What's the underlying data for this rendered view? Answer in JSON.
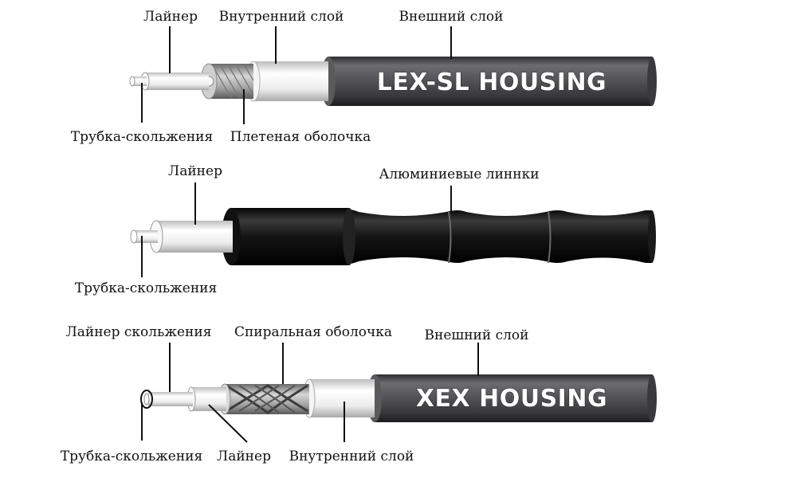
{
  "cables": [
    {
      "id": "lex-sl",
      "brand_text": "LEX-SL HOUSING",
      "labels": {
        "liner": "Лайнер",
        "inner_layer": "Внутренний слой",
        "outer_layer": "Внешний слой",
        "slide_tube": "Трубка-скольжения",
        "braided_sheath": "Плетеная оболочка"
      }
    },
    {
      "id": "aluminium",
      "labels": {
        "liner": "Лайнер",
        "aluminium_links": "Алюминиевые линнки",
        "slide_tube": "Трубка-скольжения"
      }
    },
    {
      "id": "xex",
      "brand_text": "XEX HOUSING",
      "labels": {
        "slide_liner": "Лайнер скольжения",
        "spiral_sheath": "Спиральная оболочка",
        "outer_layer": "Внешний слой",
        "slide_tube": "Трубка-скольжения",
        "liner": "Лайнер",
        "inner_layer": "Внутренний слой"
      }
    }
  ],
  "colors": {
    "outer_jacket": "#4a4a4c",
    "black_jacket": "#141414",
    "white_layer": "#f2f2f2",
    "braid": "#9a9a9a",
    "label_text": "#111111"
  }
}
